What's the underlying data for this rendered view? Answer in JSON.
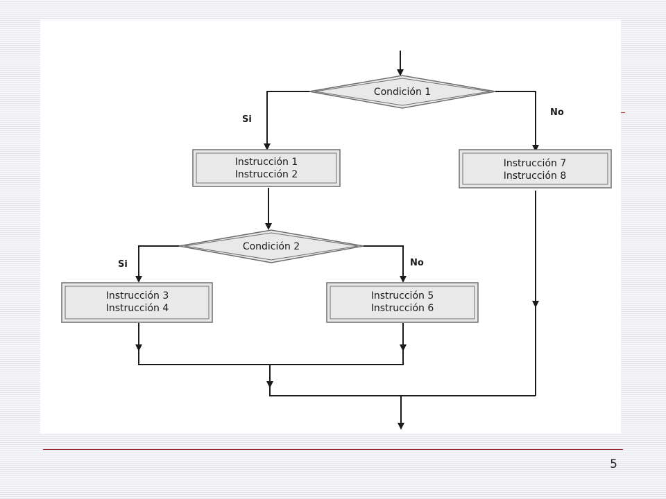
{
  "diagram": {
    "conditions": [
      {
        "id": "cond1",
        "label": "Condición 1"
      },
      {
        "id": "cond2",
        "label": "Condición 2"
      }
    ],
    "blocks": [
      {
        "id": "b12",
        "lines": [
          "Instrucción 1",
          "Instrucción 2"
        ]
      },
      {
        "id": "b78",
        "lines": [
          "Instrucción 7",
          "Instrucción 8"
        ]
      },
      {
        "id": "b34",
        "lines": [
          "Instrucción 3",
          "Instrucción 4"
        ]
      },
      {
        "id": "b56",
        "lines": [
          "Instrucción 5",
          "Instrucción 6"
        ]
      }
    ],
    "edge_labels": {
      "cond1_yes": "Si",
      "cond1_no": "No",
      "cond2_yes": "Si",
      "cond2_no": "No"
    }
  },
  "slide": {
    "page_number": "5"
  },
  "colors": {
    "box_fill": "#e9e9e9",
    "box_stroke": "#6e6e6e",
    "line": "#1a1a1a",
    "accent_rule": "#8c1e1e"
  }
}
